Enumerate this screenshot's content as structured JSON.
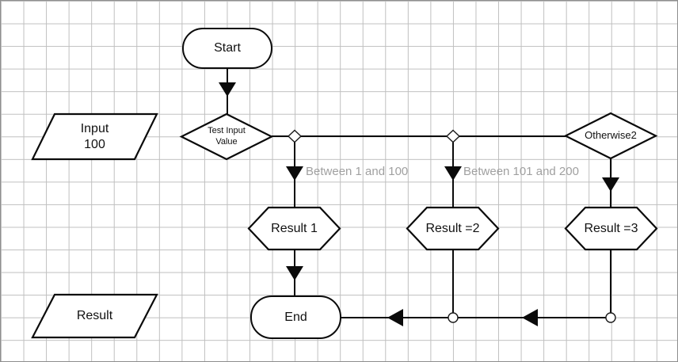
{
  "nodes": {
    "start": {
      "label": "Start"
    },
    "input": {
      "lines": [
        "Input",
        "100"
      ]
    },
    "test": {
      "lines": [
        "Test Input",
        "Value"
      ]
    },
    "otherwise": {
      "label": "Otherwise2"
    },
    "result1": {
      "label": "Result 1"
    },
    "result2": {
      "label": "Result =2"
    },
    "result3": {
      "label": "Result =3"
    },
    "end": {
      "label": "End"
    },
    "result_io": {
      "label": "Result"
    }
  },
  "edge_labels": {
    "branch1": "Between 1 and 100",
    "branch2": "Between 101 and 200"
  },
  "colors": {
    "grid": "#bfbfbf",
    "canvas_border": "#8e8e8e",
    "shape_stroke": "#0b0b0b",
    "shape_fill": "#ffffff",
    "edge": "#0b0b0b",
    "edge_label_text": "#a0a0a0",
    "node_text": "#111111"
  }
}
